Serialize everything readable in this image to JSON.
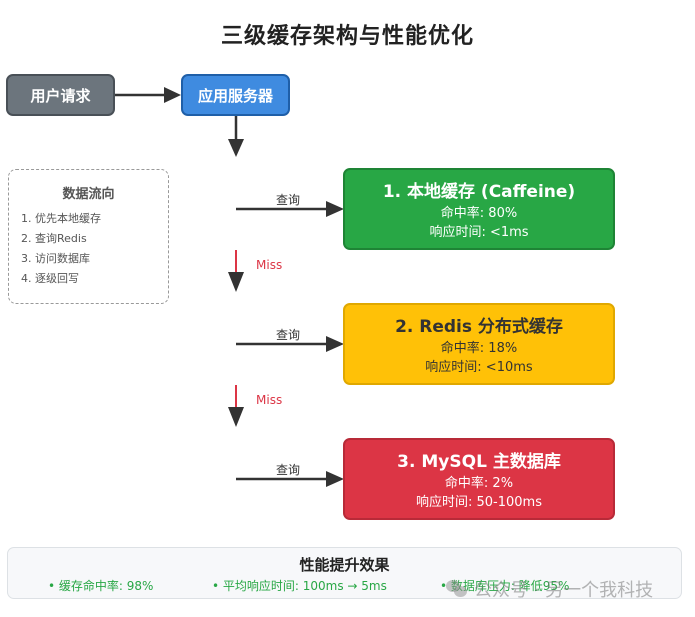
{
  "title": "三级缓存架构与性能优化",
  "nodes": {
    "user_request": "用户请求",
    "app_server": "应用服务器"
  },
  "data_flow": {
    "title": "数据流向",
    "steps": [
      "1. 优先本地缓存",
      "2. 查询Redis",
      "3. 访问数据库",
      "4. 逐级回写"
    ]
  },
  "edge_labels": {
    "query": "查询",
    "miss": "Miss"
  },
  "caches": [
    {
      "title": "1. 本地缓存 (Caffeine)",
      "hit_rate": "命中率: 80%",
      "latency": "响应时间: <1ms",
      "color": "#28a745"
    },
    {
      "title": "2. Redis 分布式缓存",
      "hit_rate": "命中率: 18%",
      "latency": "响应时间: <10ms",
      "color": "#ffc107"
    },
    {
      "title": "3. MySQL 主数据库",
      "hit_rate": "命中率: 2%",
      "latency": "响应时间: 50-100ms",
      "color": "#dc3545"
    }
  ],
  "performance": {
    "title": "性能提升效果",
    "items": [
      "• 缓存命中率: 98%",
      "• 平均响应时间: 100ms → 5ms",
      "• 数据库压力: 降低95%"
    ]
  },
  "watermark": "公众号 · 另一个我科技"
}
